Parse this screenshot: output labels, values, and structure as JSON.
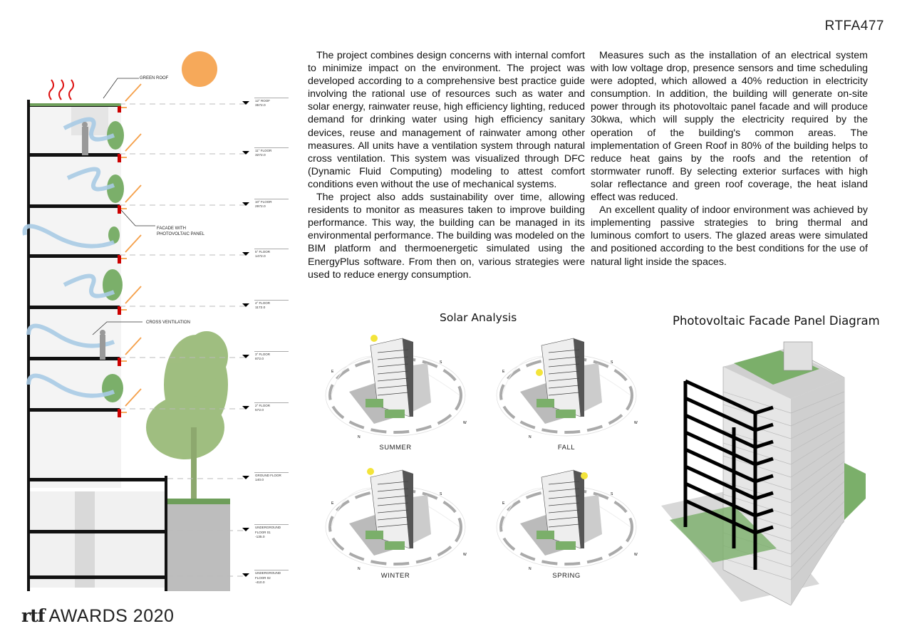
{
  "board_code": "RTFA477",
  "text": {
    "left_column": [
      "The project combines design concerns with internal comfort to minimize impact on the environment. The project was developed according to a comprehensive best practice guide involving the rational use of resources such as water and solar energy, rainwater reuse, high efficiency lighting, reduced demand for drinking water using high efficiency sanitary devices, reuse and management of rainwater among other measures.  All units have a ventilation system through natural cross ventilation. This system was visualized through DFC (Dynamic Fluid Computing) modeling to attest comfort conditions even without the use of mechanical systems.",
      "The project also adds sustainability over time, allowing residents to monitor as measures taken to improve building performance. This way, the building can be managed in its environmental performance. The building was modeled on the BIM platform and thermoenergetic simulated using the EnergyPlus software. From then on, various strategies were used to reduce energy consumption."
    ],
    "right_column": [
      "Measures such as the installation of an electrical system with low voltage drop, presence sensors and time scheduling were adopted, which allowed a 40% reduction in electricity consumption. In addition, the building will generate on-site power through its photovoltaic panel facade and will produce 30kwa, which will supply the electricity required by the operation of the building's common areas.  The implementation of Green Roof in 80% of the building helps to reduce heat gains by the roofs and the retention of stormwater runoff. By selecting exterior surfaces with high solar reflectance and green roof coverage, the heat island effect was reduced.",
      "An excellent quality of indoor environment was achieved by implementing passive strategies to bring thermal and luminous comfort to users. The glazed areas were simulated and positioned according to the best conditions for the use of natural light inside the spaces."
    ]
  },
  "section": {
    "annotations": {
      "green_roof": "GREEN ROOF",
      "facade": "FACADE WITH",
      "facade2": "PHOTOVOLTAIC PANEL",
      "cross": "CROSS VENTILATION"
    },
    "levels": [
      {
        "name": "12° ROOF",
        "value": "3572.0"
      },
      {
        "name": "11° FLOOR",
        "value": "3272.0"
      },
      {
        "name": "10° FLOOR",
        "value": "2972.0"
      },
      {
        "name": "5° FLOOR",
        "value": "1472.0"
      },
      {
        "name": "4° FLOOR",
        "value": "1172.0"
      },
      {
        "name": "3° FLOOR",
        "value": "872.0"
      },
      {
        "name": "2° FLOOR",
        "value": "572.0"
      },
      {
        "name": "GROUND FLOOR",
        "value": "140.0"
      },
      {
        "name": "UNDERGROUND FLOOR 01",
        "value": "-135.0"
      },
      {
        "name": "UNDERGROUND FLOOR 02",
        "value": "-410.0"
      }
    ]
  },
  "solar": {
    "title": "Solar Analysis",
    "seasons": [
      "SUMMER",
      "FALL",
      "WINTER",
      "SPRING"
    ],
    "compass": {
      "n": "N",
      "s": "S",
      "e": "E",
      "w": "W"
    }
  },
  "pv": {
    "title": "Photovoltaic Facade Panel Diagram"
  },
  "footer": {
    "logo_mark": "rtf",
    "awards": "AWARDS 2020"
  },
  "colors": {
    "sun": "#F6A95A",
    "arrow": "#F5A04A",
    "wind": "#A9CBE5",
    "green": "#6E9E5A",
    "roof_green": "#7BAF6A"
  }
}
